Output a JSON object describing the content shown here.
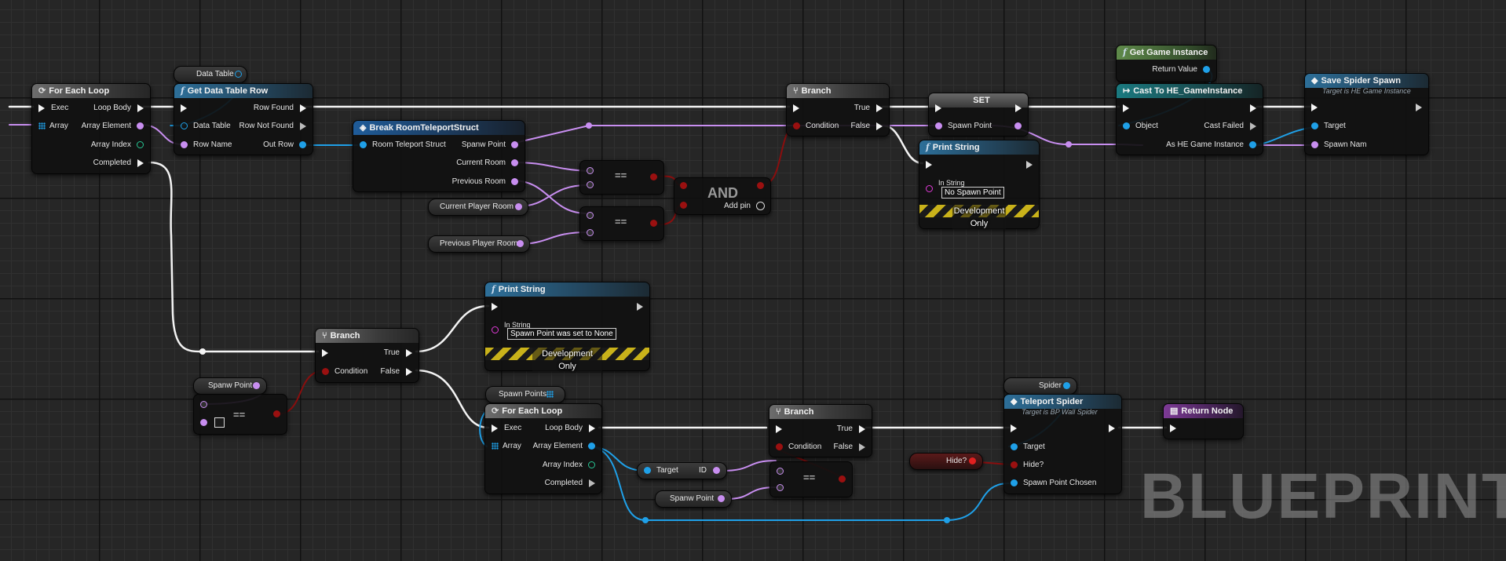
{
  "watermark": "BLUEPRINT",
  "nodes": {
    "for_each_1": {
      "title": "For Each Loop",
      "exec": "Exec",
      "array": "Array",
      "loop_body": "Loop Body",
      "array_element": "Array Element",
      "array_index": "Array Index",
      "completed": "Completed"
    },
    "data_table_var": {
      "label": "Data Table"
    },
    "get_dt_row": {
      "title": "Get Data Table Row",
      "data_table": "Data Table",
      "row_name": "Row Name",
      "row_found": "Row Found",
      "row_not_found": "Row Not Found",
      "out_row": "Out Row"
    },
    "break_struct": {
      "title": "Break RoomTeleportStruct",
      "in": "Room Teleport Struct",
      "spanw_point": "Spanw Point",
      "current_room": "Current Room",
      "previous_room": "Previous Room"
    },
    "current_player_room": {
      "label": "Current Player Room"
    },
    "previous_player_room": {
      "label": "Previous Player Room"
    },
    "eq_1": {
      "op": "=="
    },
    "eq_2": {
      "op": "=="
    },
    "and_node": {
      "op": "AND",
      "add_pin": "Add pin"
    },
    "branch_1": {
      "title": "Branch",
      "condition": "Condition",
      "true": "True",
      "false": "False"
    },
    "set_node": {
      "title": "SET",
      "spawn_point": "Spawn Point"
    },
    "print_1": {
      "title": "Print String",
      "in_string": "In String",
      "value": "No Spawn Point",
      "dev_only": "Development Only"
    },
    "get_game_instance": {
      "title": "Get Game Instance",
      "return_value": "Return Value"
    },
    "cast_node": {
      "title": "Cast To HE_GameInstance",
      "object": "Object",
      "cast_failed": "Cast Failed",
      "as_out": "As HE Game Instance"
    },
    "save_spider": {
      "title": "Save Spider Spawn",
      "subtitle": "Target is HE Game Instance",
      "target": "Target",
      "spawn_nam": "Spawn Nam"
    },
    "branch_2": {
      "title": "Branch",
      "condition": "Condition",
      "true": "True",
      "false": "False"
    },
    "print_2": {
      "title": "Print String",
      "in_string": "In String",
      "value": "Spawn Point was set to None",
      "dev_only": "Development Only"
    },
    "spanw_point_var1": {
      "label": "Spanw Point"
    },
    "eq_3": {
      "op": "=="
    },
    "spawn_points_var": {
      "label": "Spawn Points"
    },
    "for_each_2": {
      "title": "For Each Loop",
      "exec": "Exec",
      "array": "Array",
      "loop_body": "Loop Body",
      "array_element": "Array Element",
      "array_index": "Array Index",
      "completed": "Completed"
    },
    "target_id": {
      "target": "Target",
      "id": "ID"
    },
    "spanw_point_var2": {
      "label": "Spanw Point"
    },
    "branch_3": {
      "title": "Branch",
      "condition": "Condition",
      "true": "True",
      "false": "False"
    },
    "eq_4": {
      "op": "=="
    },
    "hide_var": {
      "label": "Hide?"
    },
    "spider_var": {
      "label": "Spider"
    },
    "teleport_spider": {
      "title": "Teleport Spider",
      "subtitle": "Target is BP Wall Spider",
      "target": "Target",
      "hide": "Hide?",
      "spawn_point_chosen": "Spawn Point Chosen"
    },
    "return_node": {
      "title": "Return Node"
    }
  },
  "colors": {
    "exec": "#f4f4f4",
    "object": "#1fa0e8",
    "struct": "#c88ef0",
    "bool": "#9a1010",
    "string": "#e23ad9",
    "int": "#27c794"
  }
}
